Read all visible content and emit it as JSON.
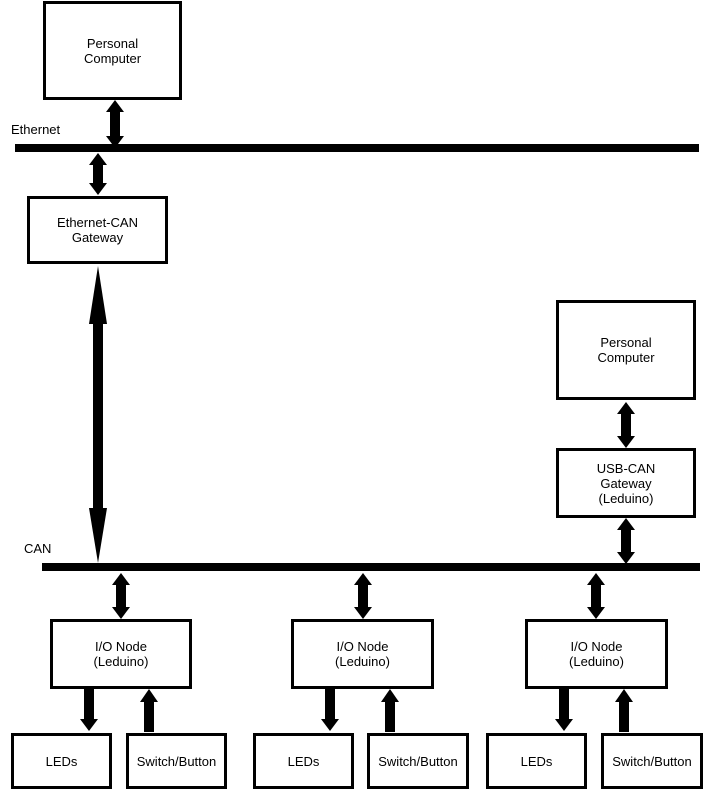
{
  "buses": {
    "ethernet_label": "Ethernet",
    "can_label": "CAN"
  },
  "boxes": {
    "pc_top": "Personal\nComputer",
    "eth_can_gateway": "Ethernet-CAN\nGateway",
    "pc_right": "Personal\nComputer",
    "usb_can_gateway": "USB-CAN\nGateway\n(Leduino)",
    "io_node_1": "I/O Node\n(Leduino)",
    "io_node_2": "I/O Node\n(Leduino)",
    "io_node_3": "I/O Node\n(Leduino)",
    "leds_1": "LEDs",
    "switch_1": "Switch/Button",
    "leds_2": "LEDs",
    "switch_2": "Switch/Button",
    "leds_3": "LEDs",
    "switch_3": "Switch/Button"
  },
  "colors": {
    "line": "#000000",
    "background": "#ffffff"
  }
}
